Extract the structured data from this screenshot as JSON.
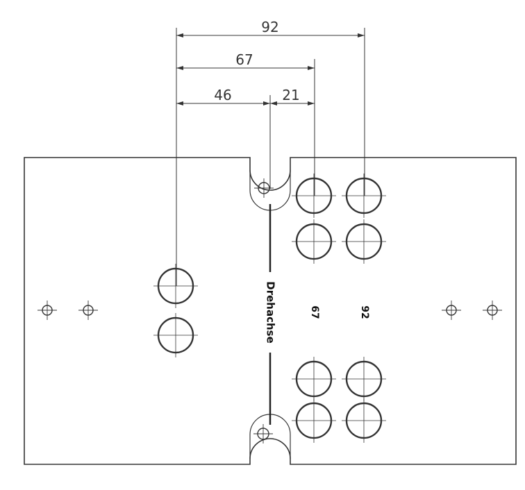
{
  "dimensions": {
    "d92": "92",
    "d67": "67",
    "d46": "46",
    "d21": "21"
  },
  "labels": {
    "axis": "Drehachse",
    "side_67": "67",
    "side_92": "92"
  },
  "colors": {
    "line": "#333333",
    "background": "#ffffff"
  }
}
